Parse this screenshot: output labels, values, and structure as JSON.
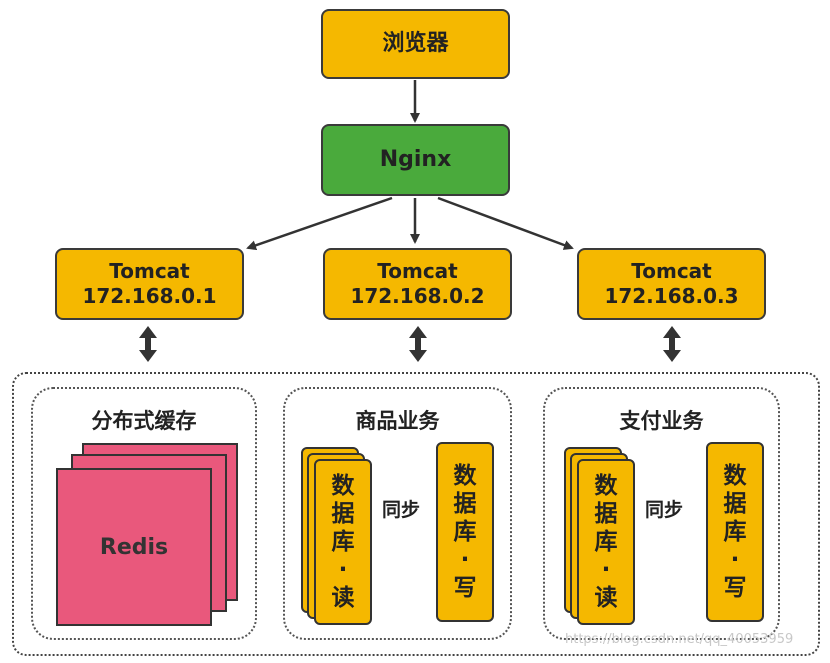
{
  "browser": {
    "label": "浏览器"
  },
  "nginx": {
    "label": "Nginx"
  },
  "tomcats": [
    {
      "name": "Tomcat",
      "ip": "172.168.0.1"
    },
    {
      "name": "Tomcat",
      "ip": "172.168.0.2"
    },
    {
      "name": "Tomcat",
      "ip": "172.168.0.3"
    }
  ],
  "panels": [
    {
      "title": "分布式缓存",
      "item": "Redis"
    },
    {
      "title": "商品业务",
      "read_db": [
        "数",
        "据",
        "库",
        "·",
        "读"
      ],
      "write_db": [
        "数",
        "据",
        "库",
        "·",
        "写"
      ],
      "sync": "同步"
    },
    {
      "title": "支付业务",
      "read_db": [
        "数",
        "据",
        "库",
        "·",
        "读"
      ],
      "write_db": [
        "数",
        "据",
        "库",
        "·",
        "写"
      ],
      "sync": "同步"
    }
  ],
  "colors": {
    "orange": "#f5b800",
    "green": "#4aaa3c",
    "redis": "#e9587c"
  },
  "watermark": "https://blog.csdn.net/qq_40053959"
}
